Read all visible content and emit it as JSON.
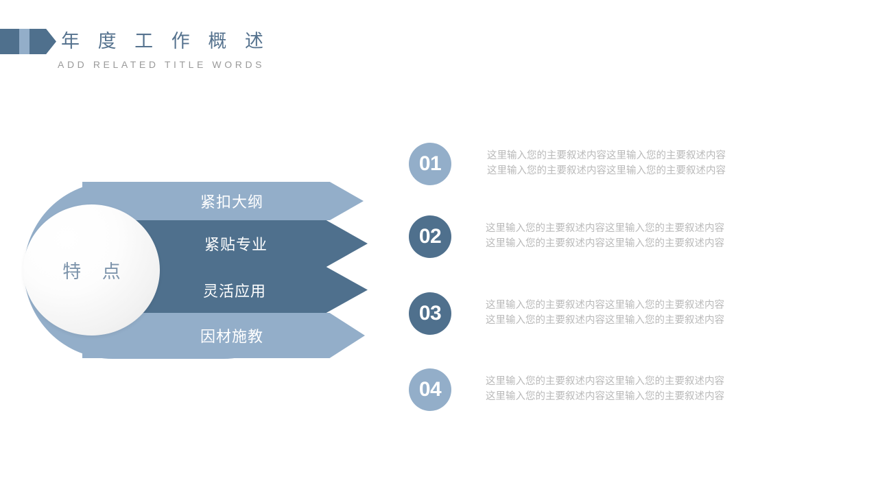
{
  "header": {
    "title": "年 度 工 作 概 述",
    "subtitle": "ADD RELATED TITLE WORDS",
    "banner_colors": {
      "dark": "#4f708d",
      "light": "#93aec9"
    }
  },
  "diagram": {
    "core_label": "特  点",
    "bars": [
      {
        "label": "紧扣大纲",
        "tone": "light",
        "color": "#93aec9"
      },
      {
        "label": "紧贴专业",
        "tone": "dark",
        "color": "#4f708d"
      },
      {
        "label": "灵活应用",
        "tone": "dark",
        "color": "#4f708d"
      },
      {
        "label": "因材施教",
        "tone": "light",
        "color": "#93aec9"
      }
    ]
  },
  "items": [
    {
      "number": "01",
      "tone": "light",
      "color": "#93aec9",
      "line1": "这里输入您的主要叙述内容这里输入您的主要叙述内容",
      "line2": "这里输入您的主要叙述内容这里输入您的主要叙述内容"
    },
    {
      "number": "02",
      "tone": "dark",
      "color": "#4f708d",
      "line1": "这里输入您的主要叙述内容这里输入您的主要叙述内容",
      "line2": "这里输入您的主要叙述内容这里输入您的主要叙述内容"
    },
    {
      "number": "03",
      "tone": "dark",
      "color": "#4f708d",
      "line1": "这里输入您的主要叙述内容这里输入您的主要叙述内容",
      "line2": "这里输入您的主要叙述内容这里输入您的主要叙述内容"
    },
    {
      "number": "04",
      "tone": "light",
      "color": "#93aec9",
      "line1": "这里输入您的主要叙述内容这里输入您的主要叙述内容",
      "line2": "这里输入您的主要叙述内容这里输入您的主要叙述内容"
    }
  ]
}
